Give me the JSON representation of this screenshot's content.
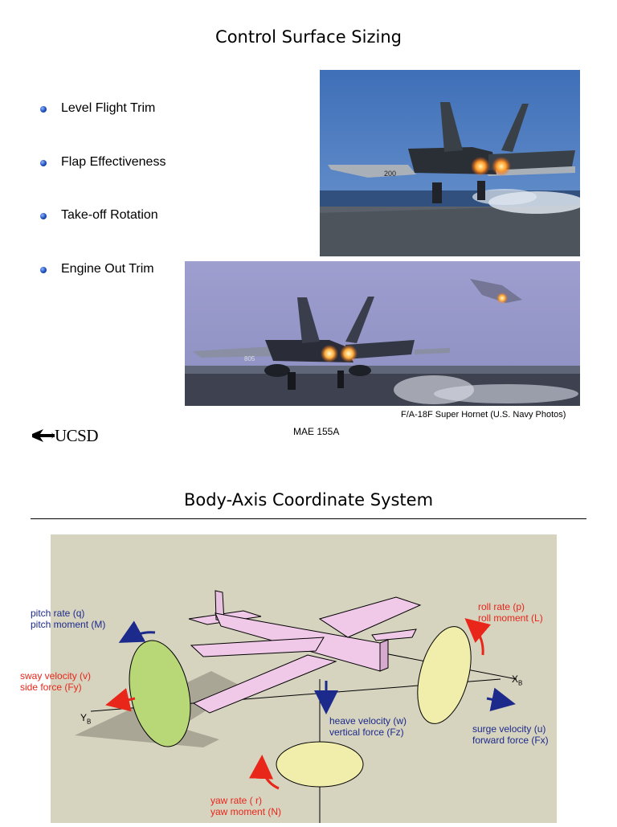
{
  "slide1": {
    "title": "Control Surface Sizing",
    "bullets": [
      {
        "label": "Level Flight Trim"
      },
      {
        "label": "Flap Effectiveness"
      },
      {
        "label": "Take-off Rotation"
      },
      {
        "label": "Engine Out Trim"
      }
    ],
    "photo_top": {
      "tail_number": "200"
    },
    "photo_bottom": {
      "tail_number": "805"
    },
    "caption": "F/A-18F Super Hornet (U.S. Navy Photos)",
    "logo_text": "UCSD",
    "course": "MAE 155A"
  },
  "slide2": {
    "title": "Body-Axis Coordinate System",
    "labels": {
      "pitch": [
        "pitch rate (q)",
        "pitch moment (M)"
      ],
      "roll": [
        "roll rate (p)",
        "roll moment (L)"
      ],
      "sway": [
        "sway velocity (v)",
        "side force (Fy)"
      ],
      "heave": [
        "heave velocity (w)",
        "vertical force (Fz)"
      ],
      "surge": [
        "surge velocity (u)",
        "forward force (Fx)"
      ],
      "yaw": [
        "yaw rate ( r)",
        "yaw moment (N)"
      ],
      "x_axis": "X",
      "x_sub": "B",
      "y_axis": "Y",
      "y_sub": "B"
    }
  },
  "colors": {
    "label_blue": "#1c2a8c",
    "label_red": "#e8261a",
    "diagram_bg": "#d6d3bf",
    "wing_pink": "#f0c8e8",
    "disk_green": "#b8d878",
    "disk_yellow": "#f0eeaa"
  }
}
